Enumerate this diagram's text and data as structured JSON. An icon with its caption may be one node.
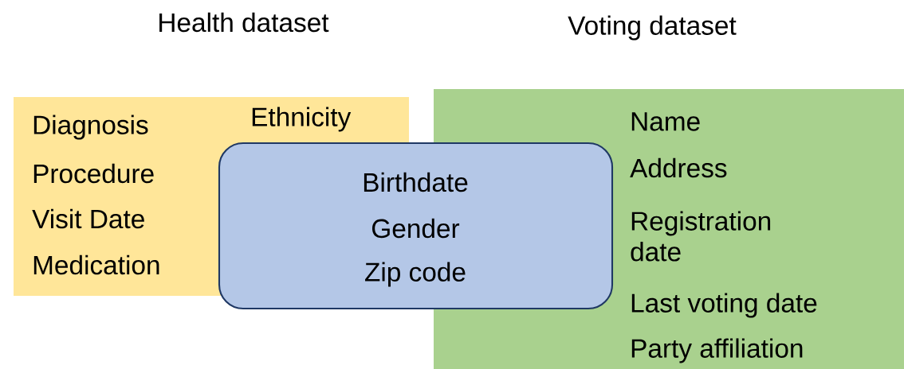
{
  "diagram": {
    "nodes": [
      {
        "text": [
          "Health dataset",
          "Diagnosis",
          "Procedure",
          "Visit Date",
          "Medication",
          "Ethnicity"
        ]
      },
      {
        "text": [
          "Voting dataset",
          "Name",
          "Address",
          "Registration date",
          "Last voting date",
          "Party affiliation"
        ]
      },
      {
        "text": [
          "Birthdate",
          "Gender",
          "Zip code"
        ]
      }
    ]
  }
}
